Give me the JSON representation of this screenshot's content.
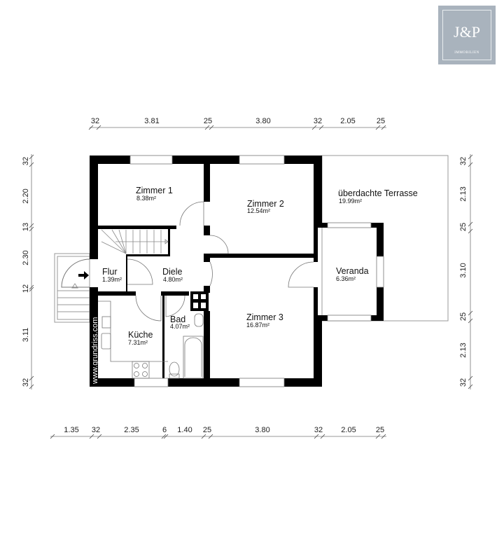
{
  "logo": {
    "main": "J&P",
    "sub": "IMMOBILIEN"
  },
  "watermark": "www.grundriss.com",
  "rooms": [
    {
      "name": "Zimmer 1",
      "area": "8.38m²"
    },
    {
      "name": "Zimmer 2",
      "area": "12.54m²"
    },
    {
      "name": "überdachte Terrasse",
      "area": "19.99m²"
    },
    {
      "name": "Flur",
      "area": "1.39m²"
    },
    {
      "name": "Diele",
      "area": "4.80m²"
    },
    {
      "name": "Veranda",
      "area": "6.36m²"
    },
    {
      "name": "Bad",
      "area": "4.07m²"
    },
    {
      "name": "Küche",
      "area": "7.31m²"
    },
    {
      "name": "Zimmer 3",
      "area": "16.87m²"
    }
  ],
  "dimensions": {
    "top": [
      "32",
      "3.81",
      "25",
      "3.80",
      "32",
      "2.05",
      "25"
    ],
    "bottom": [
      "1.35",
      "32",
      "2.35",
      "6",
      "1.40",
      "25",
      "3.80",
      "32",
      "2.05",
      "25"
    ],
    "left": [
      "32",
      "2.20",
      "13",
      "2.30",
      "12",
      "3.11",
      "32"
    ],
    "right": [
      "32",
      "2.13",
      "25",
      "3.10",
      "25",
      "2.13",
      "32"
    ]
  },
  "colors": {
    "wall": "#000000",
    "line": "#888888",
    "logo_bg": "#a9b3bd"
  }
}
